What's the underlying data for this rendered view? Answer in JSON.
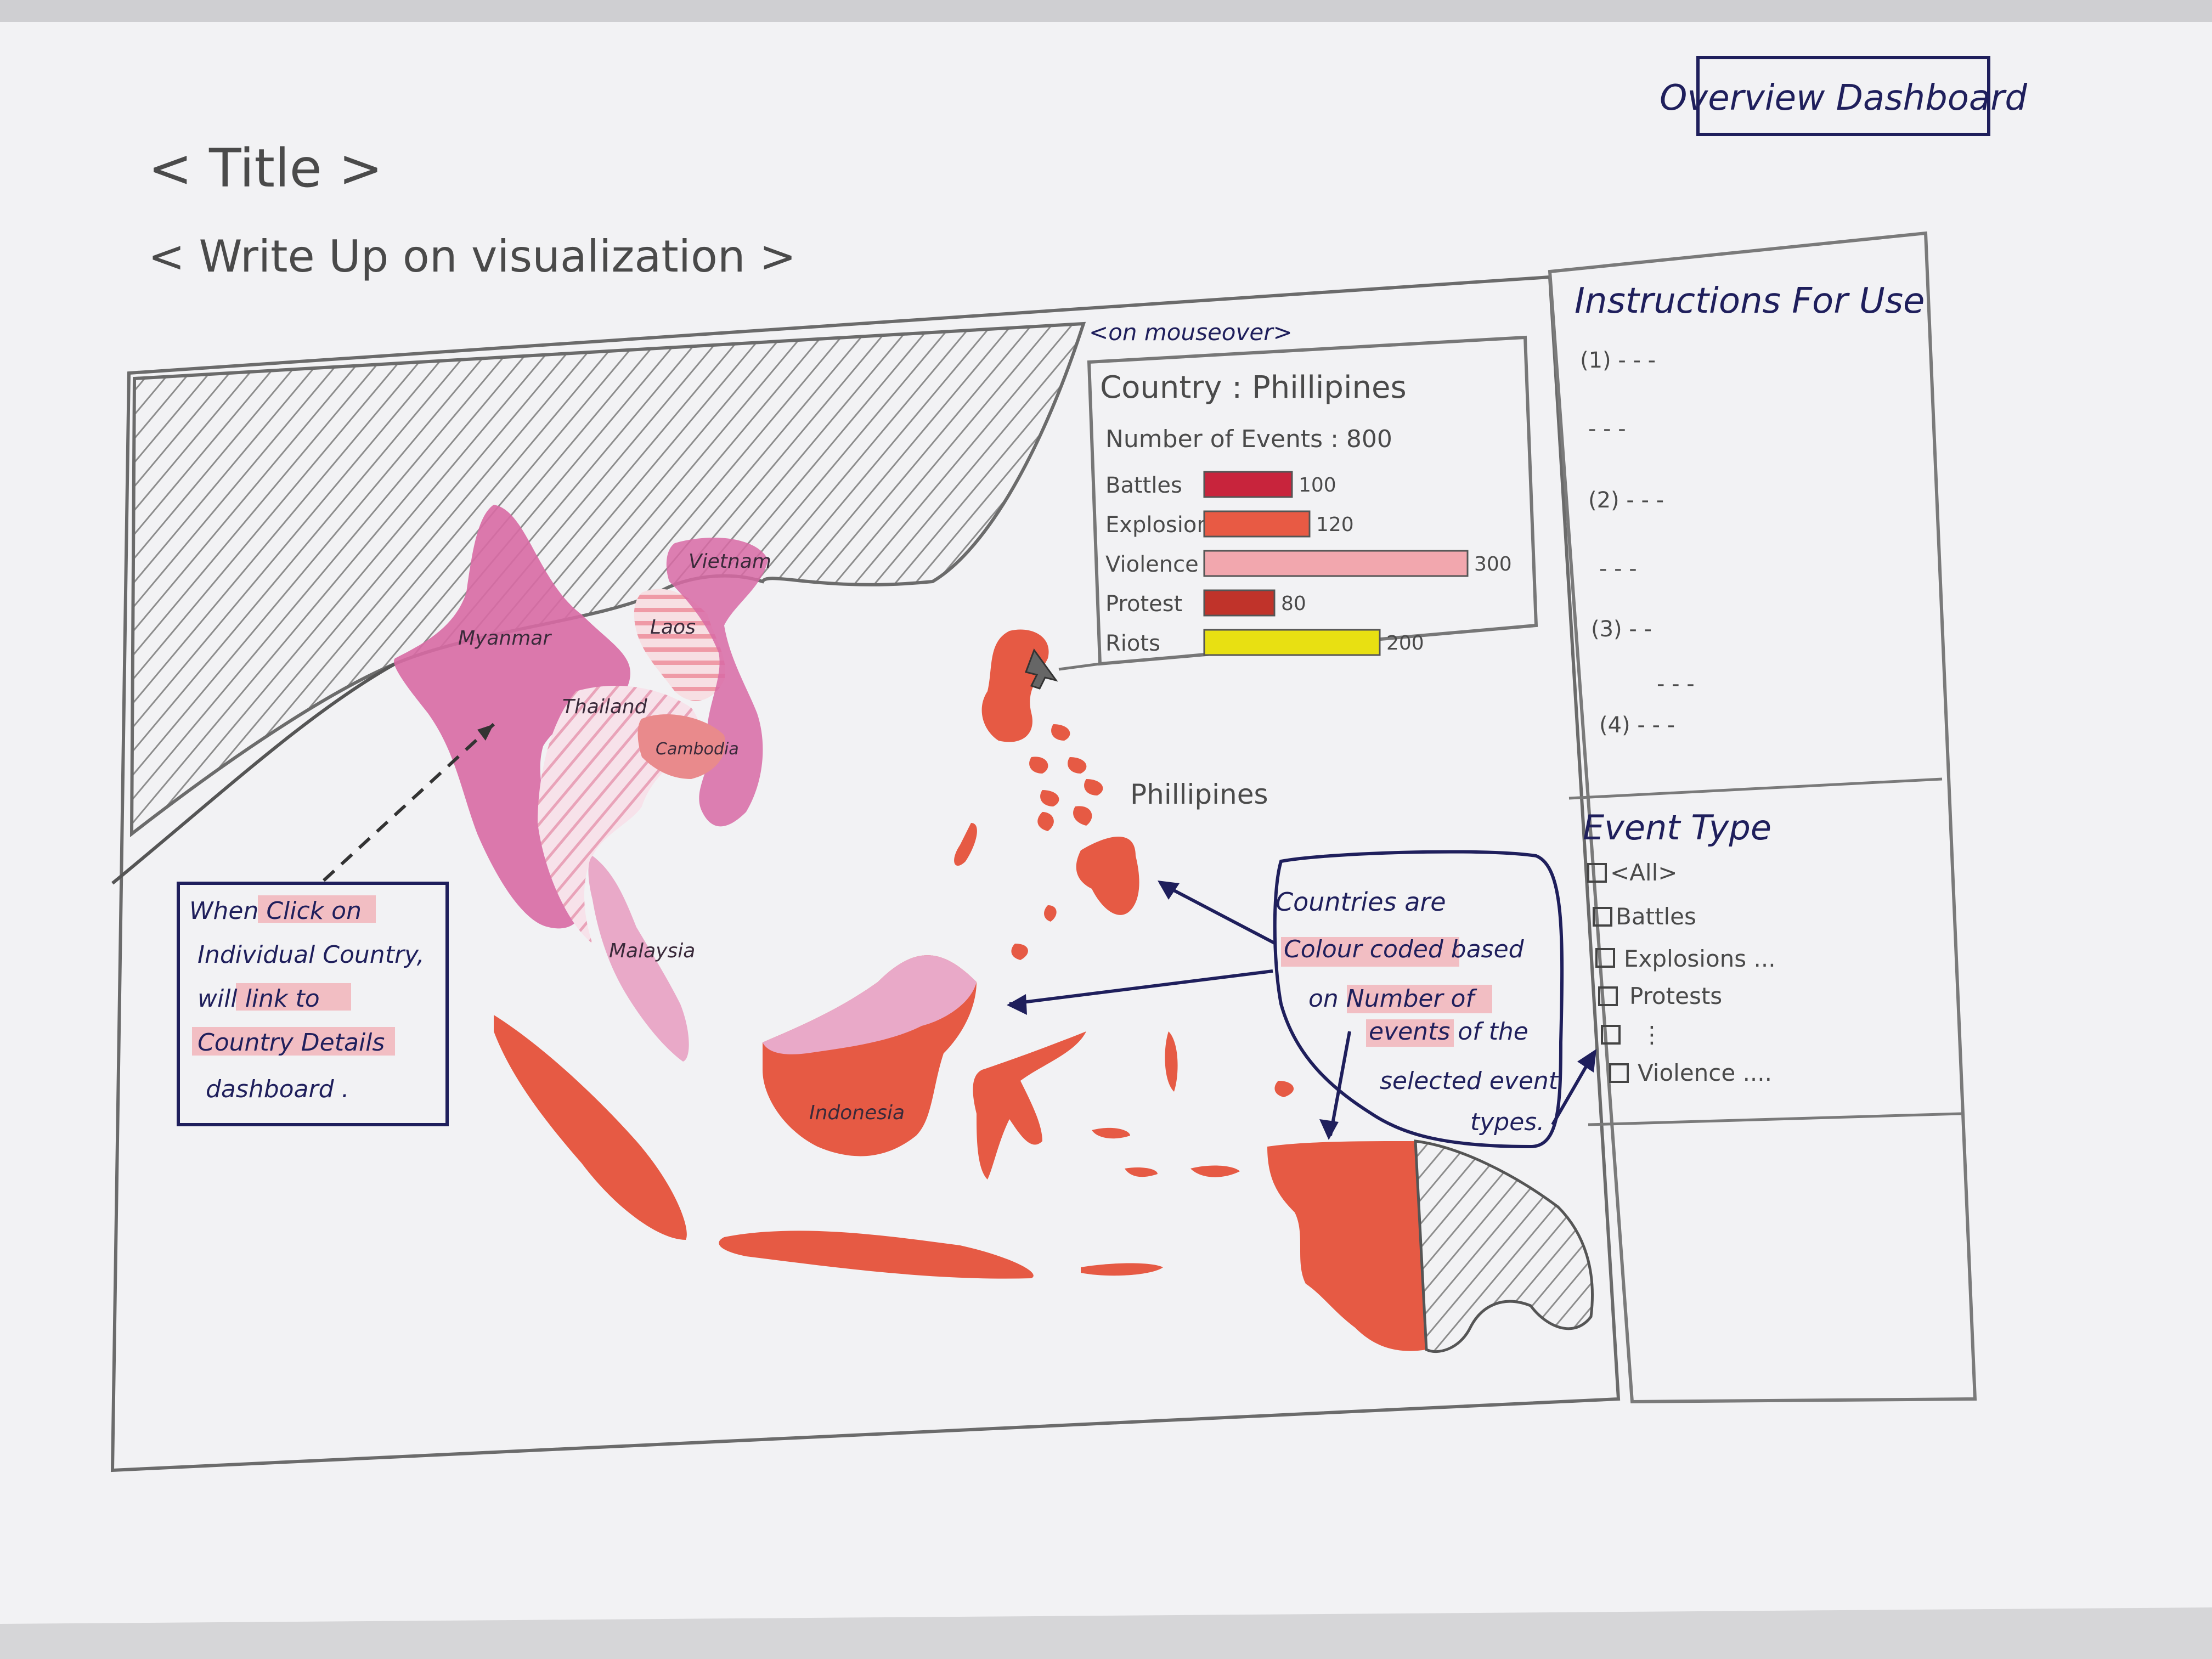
{
  "header": {
    "dashboard_label": "Overview Dashboard",
    "title_placeholder": "< Title >",
    "writeup_placeholder": "< Write Up on visualization >"
  },
  "tooltip": {
    "trigger_label": "<on mouseover>",
    "country_line": "Country : Phillipines",
    "events_line": "Number of Events : 800"
  },
  "chart_data": {
    "type": "bar",
    "categories": [
      "Battles",
      "Explosions",
      "Violence",
      "Protest",
      "Riots"
    ],
    "values": [
      100,
      120,
      300,
      80,
      200
    ],
    "value_labels": [
      "100",
      "120",
      "300",
      "80",
      "200"
    ],
    "colors": [
      "#c8243c",
      "#e85a44",
      "#f2a7ae",
      "#c0332a",
      "#e8e012"
    ],
    "title": "",
    "xlabel": "",
    "ylabel": ""
  },
  "map": {
    "country_labels": [
      "Myanmar",
      "Laos",
      "Vietnam",
      "Thailand",
      "Cambodia",
      "Malaysia",
      "Phillipines",
      "Indonesia"
    ],
    "colors": {
      "pink": "#d86aa4",
      "pink_light": "#e9a9c8",
      "stripe": "#f3c3d2",
      "orange_red": "#e65a44",
      "grey_hatch": "#9c9c9c"
    }
  },
  "annotations": {
    "click_note": [
      "When Click on",
      "Individual Country,",
      "will link to",
      "Country Details",
      "dashboard ."
    ],
    "colour_note": [
      "Countries are",
      "Colour coded based",
      "on Number of",
      "events of the",
      "selected event",
      "types."
    ]
  },
  "sidebar": {
    "instructions_title": "Instructions For Use",
    "steps": [
      "(1)  - - -",
      "-  -  -",
      "(2)  - - -",
      "-  -  -",
      "(3)  -  -",
      "-  -  -",
      "(4)  -  -  -"
    ],
    "event_type_title": "Event Type",
    "event_types": [
      "<All>",
      "Battles",
      "Explosions ...",
      "Protests",
      "⋮",
      "Violence ...."
    ]
  }
}
